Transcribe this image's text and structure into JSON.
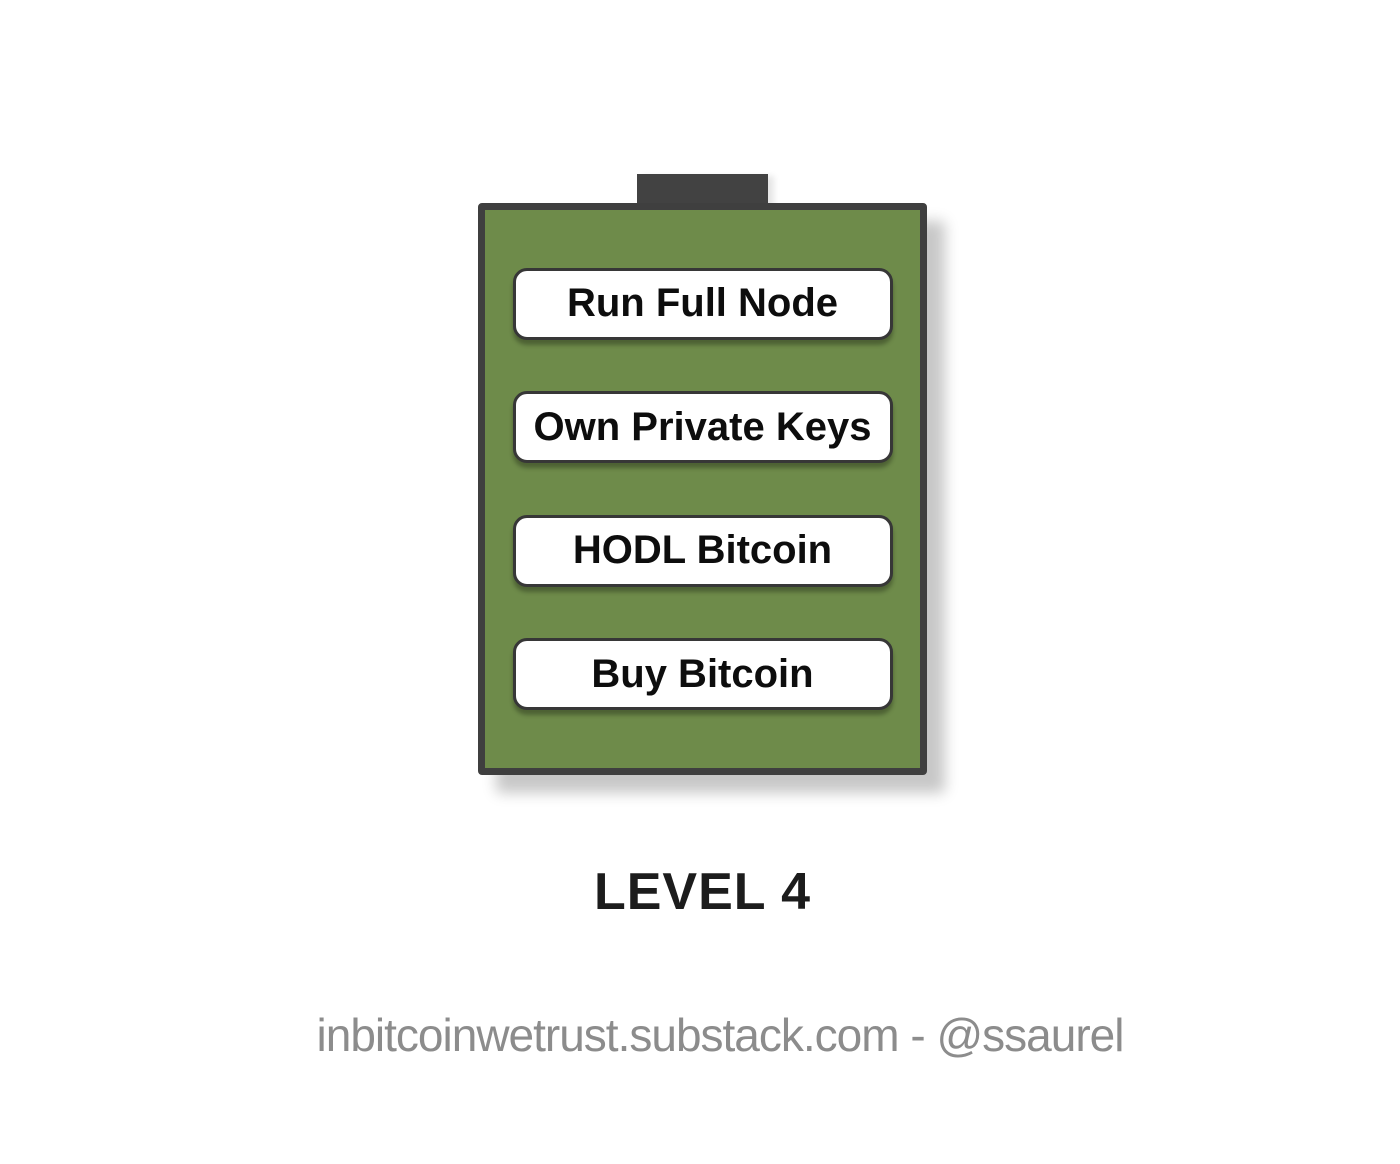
{
  "battery": {
    "levels": [
      {
        "label": "Run Full Node"
      },
      {
        "label": "Own Private Keys"
      },
      {
        "label": "HODL Bitcoin"
      },
      {
        "label": "Buy Bitcoin"
      }
    ],
    "colors": {
      "fill-color": "#6e8b4a",
      "border-color": "#3f3f3f",
      "tab-color": "#424242"
    }
  },
  "caption": {
    "level_label": "LEVEL 4"
  },
  "footer": {
    "credit": "inbitcoinwetrust.substack.com - @ssaurel"
  }
}
